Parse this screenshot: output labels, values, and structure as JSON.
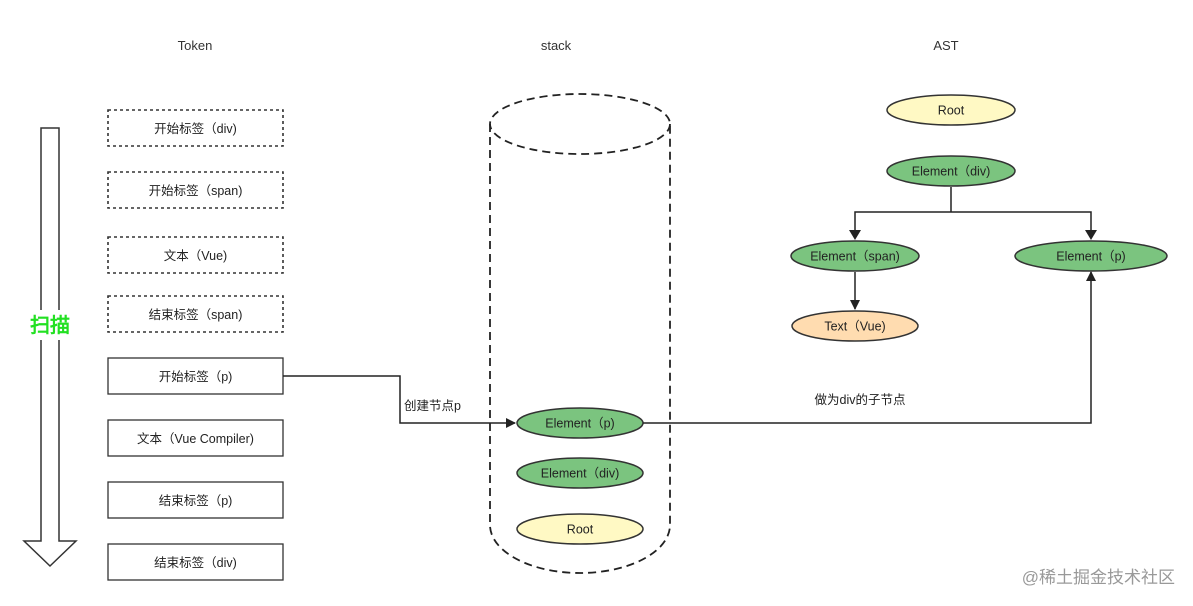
{
  "headers": {
    "token": "Token",
    "stack": "stack",
    "ast": "AST"
  },
  "scan_label": "扫描",
  "tokens": [
    {
      "label": "开始标签（div)",
      "style": "dashed"
    },
    {
      "label": "开始标签（span)",
      "style": "dashed"
    },
    {
      "label": "文本（Vue)",
      "style": "dashed"
    },
    {
      "label": "结束标签（span)",
      "style": "dashed"
    },
    {
      "label": "开始标签（p)",
      "style": "solid"
    },
    {
      "label": "文本（Vue Compiler)",
      "style": "solid"
    },
    {
      "label": "结束标签（p)",
      "style": "solid"
    },
    {
      "label": "结束标签（div)",
      "style": "solid"
    }
  ],
  "stack_nodes": [
    {
      "label": "Element（p)",
      "color": "#7bc47f"
    },
    {
      "label": "Element（div)",
      "color": "#7bc47f"
    },
    {
      "label": "Root",
      "color": "#fff9c4"
    }
  ],
  "ast_nodes": {
    "root": {
      "label": "Root",
      "color": "#fff9c4"
    },
    "div": {
      "label": "Element（div)",
      "color": "#7bc47f"
    },
    "span": {
      "label": "Element（span)",
      "color": "#7bc47f"
    },
    "p": {
      "label": "Element（p)",
      "color": "#7bc47f"
    },
    "text": {
      "label": "Text（Vue)",
      "color": "#ffdcb0"
    }
  },
  "edge_labels": {
    "create": "创建节点p",
    "child": "做为div的子节点"
  },
  "watermark": "@稀土掘金技术社区",
  "colors": {
    "scan_text": "#22e022",
    "line": "#222222"
  }
}
